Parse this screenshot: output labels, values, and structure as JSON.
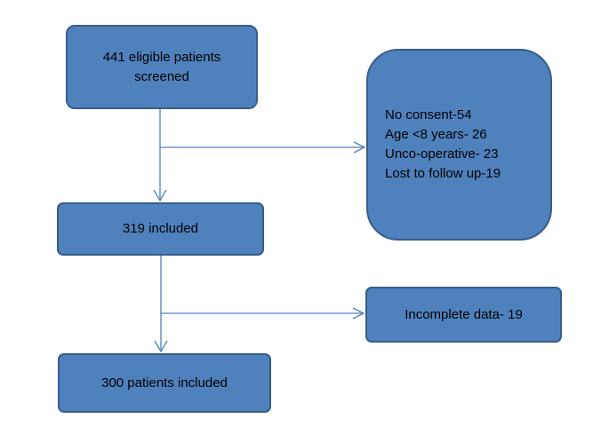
{
  "boxes": {
    "screened": [
      "441 eligible patients",
      "screened"
    ],
    "excluded": [
      "No consent-54",
      "Age <8 years- 26",
      "Unco-operative- 23",
      "Lost to follow up-19"
    ],
    "included": "319  included",
    "incomplete": "Incomplete data- 19",
    "final": "300  patients included"
  },
  "colors": {
    "box_fill": "#4f81bd",
    "box_border": "#385d8a",
    "arrow": "#4f81bd"
  }
}
